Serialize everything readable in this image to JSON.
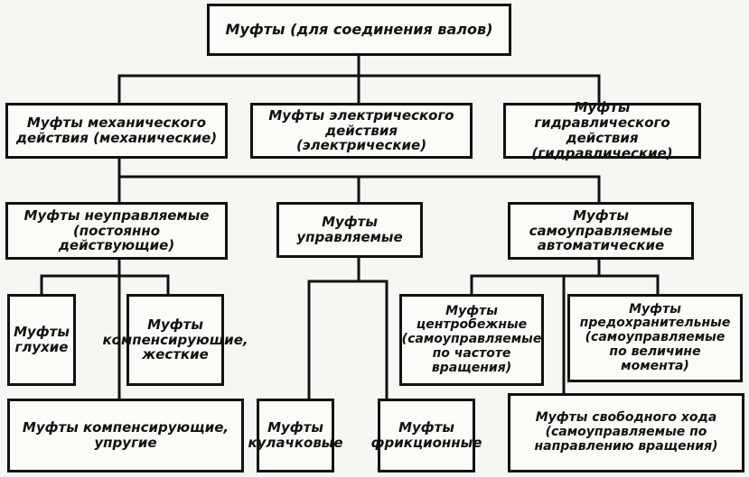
{
  "nodes": {
    "root": "Муфты (для соединения валов)",
    "mechanical": "Муфты механического действия (механические)",
    "electrical": "Муфты электрического действия (электрические)",
    "hydraulic": "Муфты гидравлического действия (гидравлические)",
    "uncontrolled": "Муфты неуправляемые (постоянно действующие)",
    "controlled": "Муфты управляемые",
    "self_controlled": "Муфты самоуправляемые автоматические",
    "rigid": "Муфты глухие",
    "compensating_rigid": "Муфты компенсирующие, жесткие",
    "compensating_elastic": "Муфты компенсирующие, упругие",
    "cam": "Муфты кулачковые",
    "friction": "Муфты фрикционные",
    "centrifugal": "Муфты центробежные (самоуправляемые по частоте вращения)",
    "safety": "Муфты предохранительные (самоуправляемые по величине момента)",
    "freewheel": "Муфты свободного хода (самоуправляемые по направлению вращения)"
  }
}
